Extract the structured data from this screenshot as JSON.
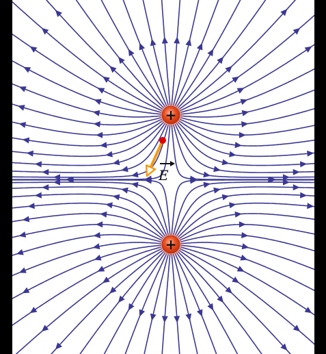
{
  "diagram": {
    "colors": {
      "background_outer": "#000000",
      "background_inner": "#ffffff",
      "field_line": "#3b3894",
      "charge_fill": "#e74c1c",
      "charge_sign": "#111111",
      "vector": "#f59a12",
      "test_point": "#e00000"
    },
    "charges": [
      {
        "sign": "+",
        "charge": 1
      },
      {
        "sign": "+",
        "charge": 1
      }
    ],
    "vector_label": "E"
  }
}
